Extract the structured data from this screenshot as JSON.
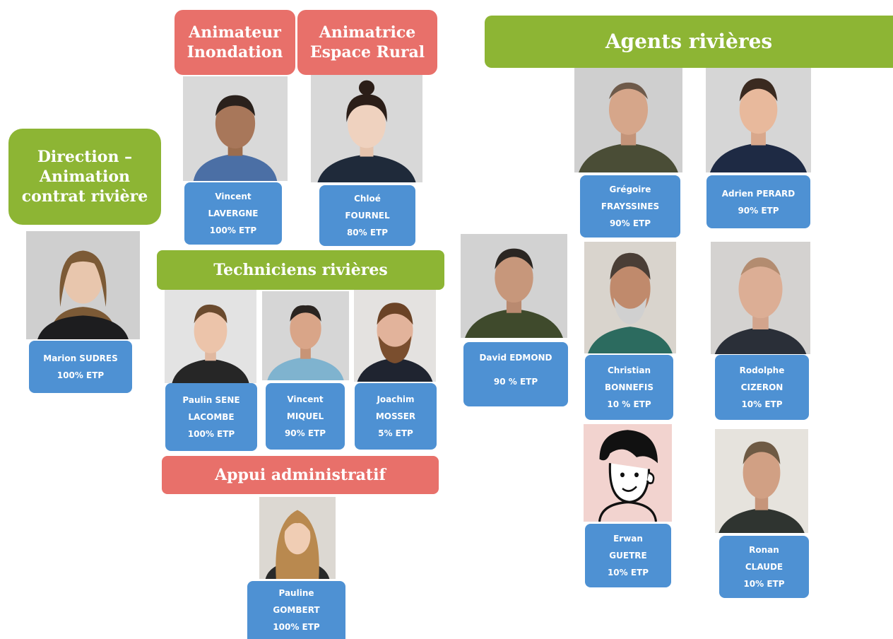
{
  "headers": {
    "animateur_inondation": [
      "Animateur",
      "Inondation"
    ],
    "animatrice_espace_rural": [
      "Animatrice",
      "Espace Rural"
    ],
    "agents_rivieres": "Agents rivières",
    "direction": [
      "Direction –",
      "Animation",
      "contrat rivière"
    ],
    "techniciens_rivieres": "Techniciens rivières",
    "appui_administratif": "Appui administratif"
  },
  "people": {
    "vincent_lavergne": [
      "Vincent",
      "LAVERGNE",
      "100% ETP"
    ],
    "chloe_fournel": [
      "Chloé",
      "FOURNEL",
      "80% ETP"
    ],
    "marion_sudres": [
      "Marion SUDRES",
      "100% ETP"
    ],
    "paulin_sene_lacombe": [
      "Paulin SENE",
      "LACOMBE",
      "100% ETP"
    ],
    "vincent_miquel": [
      "Vincent",
      "MIQUEL",
      "90% ETP"
    ],
    "joachim_mosser": [
      "Joachim",
      "MOSSER",
      "5% ETP"
    ],
    "pauline_gombert": [
      "Pauline",
      "GOMBERT",
      "100% ETP"
    ],
    "david_edmond": [
      "David EDMOND",
      "",
      "90 % ETP"
    ],
    "gregoire_frayssines": [
      "Grégoire",
      "FRAYSSINES",
      "90% ETP"
    ],
    "adrien_perard": [
      "Adrien PERARD",
      "90% ETP"
    ],
    "christian_bonnefis": [
      "Christian",
      "BONNEFIS",
      "10 % ETP"
    ],
    "rodolphe_cizeron": [
      "Rodolphe",
      "CIZERON",
      "10% ETP"
    ],
    "erwan_guetre": [
      "Erwan",
      "GUETRE",
      "10% ETP"
    ],
    "ronan_claude": [
      "Ronan",
      "CLAUDE",
      "10% ETP"
    ]
  },
  "colors": {
    "green": "#8db534",
    "red": "#e8706a",
    "blue": "#4e91d3"
  }
}
